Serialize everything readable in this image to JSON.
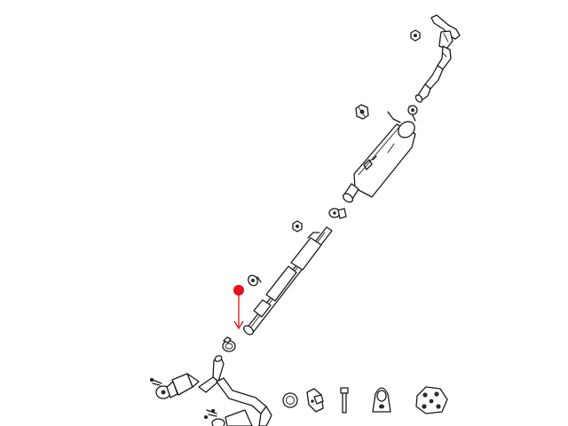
{
  "diagram": {
    "type": "exploded-parts-view",
    "colors": {
      "line": "#1a1a1a",
      "background": "#ffffff",
      "callout": "#e8101a"
    },
    "callout": {
      "shape": "dot-with-arrow",
      "target": "intermediate-pipe-front-end"
    }
  }
}
